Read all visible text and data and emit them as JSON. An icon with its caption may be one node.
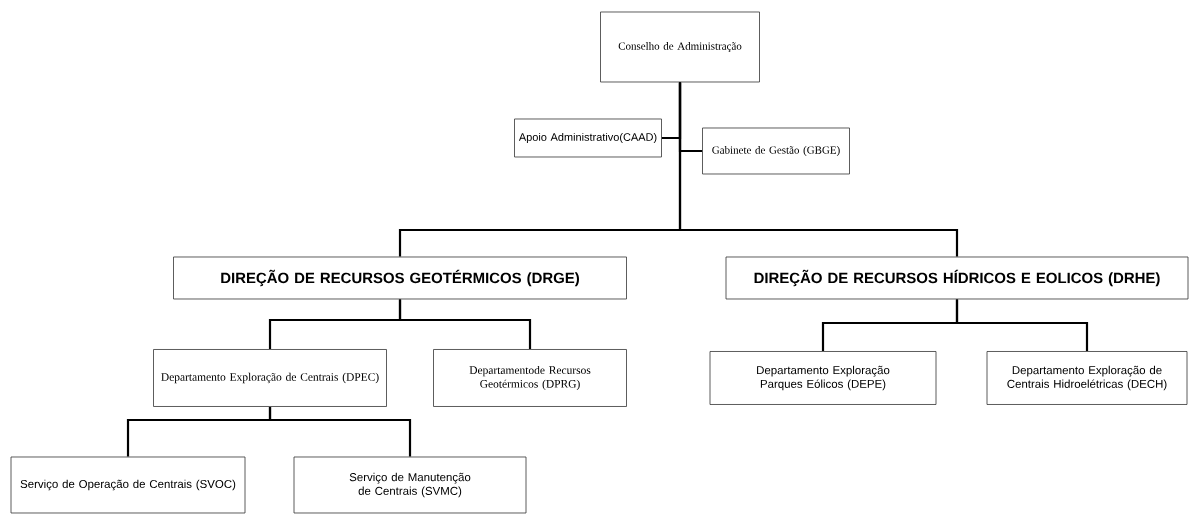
{
  "diagram": {
    "nodes": [
      {
        "text": [
          "Conselho de Administração"
        ]
      },
      {
        "text": [
          "Apoio Administrativo(CAAD)"
        ]
      },
      {
        "text": [
          "Gabinete de Gestão (GBGE)"
        ]
      },
      {
        "text": [
          "DIREÇÃO DE RECURSOS GEOTÉRMICOS (DRGE)"
        ]
      },
      {
        "text": [
          "DIREÇÃO DE RECURSOS HÍDRICOS E EOLICOS (DRHE)"
        ]
      },
      {
        "text": [
          "Departamento Exploração de Centrais (DPEC)"
        ]
      },
      {
        "text": [
          "Departamentode Recursos Geotérmicos (DPRG)"
        ]
      },
      {
        "text": [
          "Departamento Exploração Parques Eólicos (DEPE)"
        ]
      },
      {
        "text": [
          "Departamento Exploração de Centrais Hidroelétricas (DECH)"
        ]
      },
      {
        "text": [
          "Serviço de Operação de Centrais (SVOC)"
        ]
      },
      {
        "text": [
          "Serviço de Manutenção de Centrais (SVMC)"
        ]
      }
    ],
    "edges": [
      {
        "from": 0,
        "to": 1,
        "arrow": "none"
      },
      {
        "from": 0,
        "to": 2,
        "arrow": "none"
      },
      {
        "from": 0,
        "to": 3,
        "arrow": "none"
      },
      {
        "from": 0,
        "to": 4,
        "arrow": "none"
      },
      {
        "from": 3,
        "to": 5,
        "arrow": "none"
      },
      {
        "from": 3,
        "to": 6,
        "arrow": "none"
      },
      {
        "from": 4,
        "to": 7,
        "arrow": "none"
      },
      {
        "from": 4,
        "to": 8,
        "arrow": "none"
      },
      {
        "from": 5,
        "to": 9,
        "arrow": "none"
      },
      {
        "from": 5,
        "to": 10,
        "arrow": "none"
      }
    ]
  }
}
